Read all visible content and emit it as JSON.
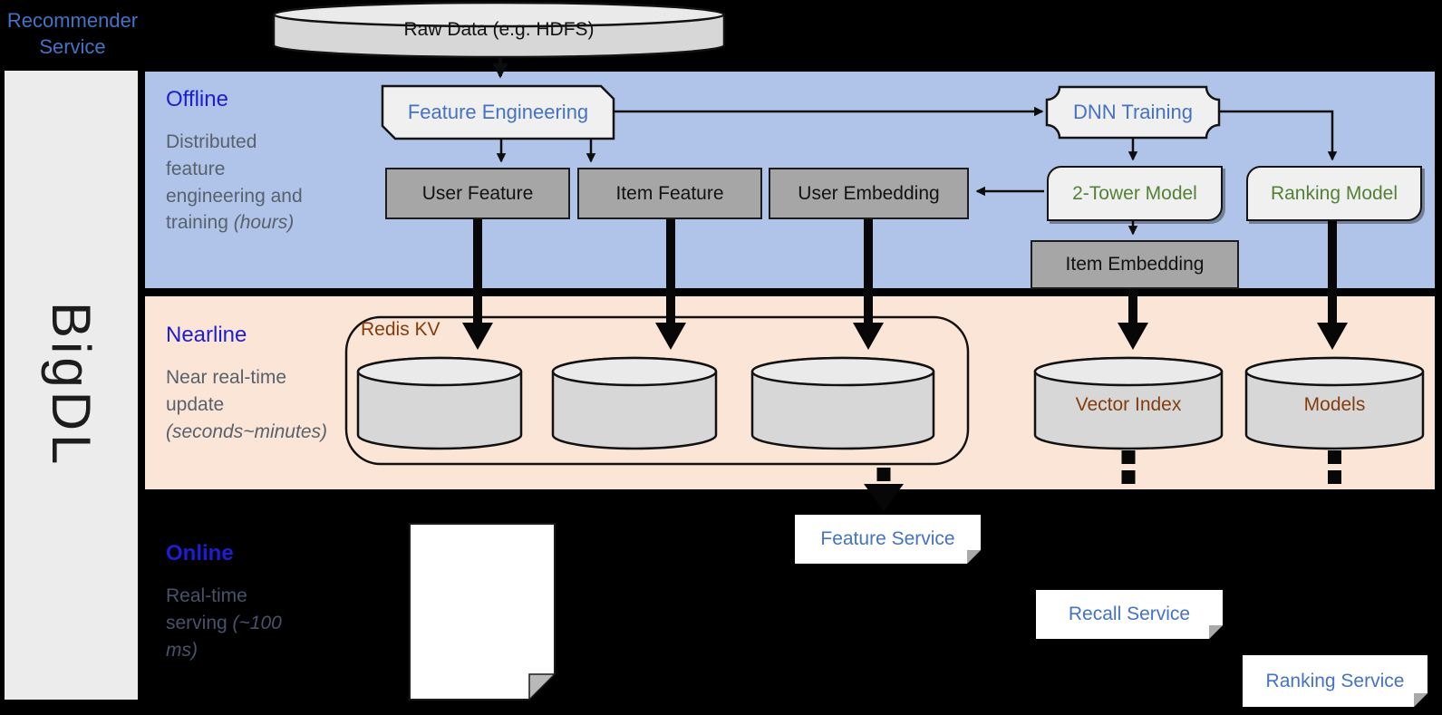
{
  "brand": "BigDL",
  "source": {
    "raw_data": "Raw Data (e.g. HDFS)"
  },
  "bands": {
    "offline": {
      "label": "Offline",
      "desc": "Distributed feature engineering and training",
      "note": "(hours)"
    },
    "nearline": {
      "label": "Nearline",
      "desc": "Near real-time update",
      "note": "(seconds~minutes)"
    },
    "online": {
      "label": "Online",
      "desc": "Real-time serving",
      "note": "(~100 ms)"
    }
  },
  "nodes": {
    "feature_engineering": "Feature Engineering",
    "dnn_training": "DNN Training",
    "user_feature": "User Feature",
    "item_feature": "Item Feature",
    "user_embedding": "User Embedding",
    "two_tower_model": "2-Tower Model",
    "ranking_model": "Ranking Model",
    "item_embedding": "Item Embedding",
    "redis_kv": "Redis KV",
    "vector_index": "Vector Index",
    "models": "Models",
    "recommender_service": "Recommender Service",
    "feature_service": "Feature Service",
    "recall_service": "Recall Service",
    "ranking_service": "Ranking Service"
  },
  "colors": {
    "band_offline": "#AFC4E8",
    "band_nearline": "#FBE5D6",
    "sidebar_gray": "#ECECEC",
    "header_blue": "#1D1DD2",
    "desc_gray": "#58616C",
    "online_desc": "#46536B",
    "accent_blue": "#4472C4",
    "accent_green": "#538135",
    "accent_brown": "#843C0C",
    "box_gray": "#A6A6A6",
    "shape_light": "#F0F0F0"
  }
}
